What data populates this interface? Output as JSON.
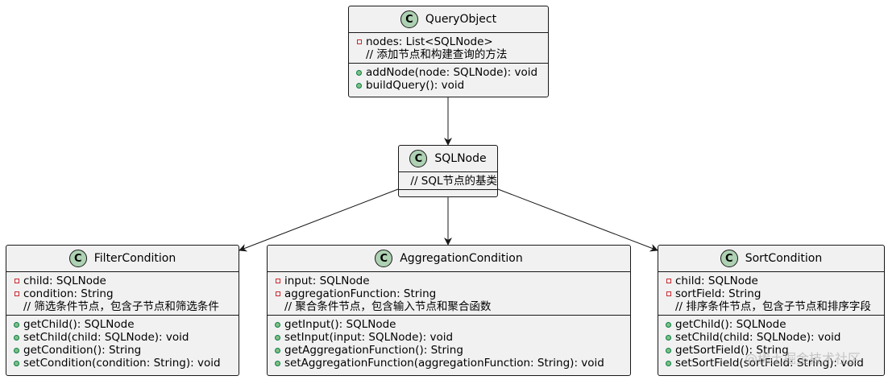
{
  "diagram": {
    "classes": [
      {
        "id": "query-object",
        "badge": "C",
        "name": "QueryObject",
        "fields": [
          {
            "vis": "private",
            "text": "nodes: List<SQLNode>"
          },
          {
            "vis": "none",
            "text": "// 添加节点和构建查询的方法"
          }
        ],
        "methods": [
          {
            "vis": "public",
            "text": "addNode(node: SQLNode): void"
          },
          {
            "vis": "public",
            "text": "buildQuery(): void"
          }
        ]
      },
      {
        "id": "sql-node",
        "badge": "C",
        "name": "SQLNode",
        "fields": [
          {
            "vis": "none",
            "text": "// SQL节点的基类"
          }
        ],
        "methods": []
      },
      {
        "id": "filter-condition",
        "badge": "C",
        "name": "FilterCondition",
        "fields": [
          {
            "vis": "private",
            "text": "child: SQLNode"
          },
          {
            "vis": "private",
            "text": "condition: String"
          },
          {
            "vis": "none",
            "text": "// 筛选条件节点，包含子节点和筛选条件"
          }
        ],
        "methods": [
          {
            "vis": "public",
            "text": "getChild(): SQLNode"
          },
          {
            "vis": "public",
            "text": "setChild(child: SQLNode): void"
          },
          {
            "vis": "public",
            "text": "getCondition(): String"
          },
          {
            "vis": "public",
            "text": "setCondition(condition: String): void"
          }
        ]
      },
      {
        "id": "aggregation-condition",
        "badge": "C",
        "name": "AggregationCondition",
        "fields": [
          {
            "vis": "private",
            "text": "input: SQLNode"
          },
          {
            "vis": "private",
            "text": "aggregationFunction: String"
          },
          {
            "vis": "none",
            "text": "// 聚合条件节点，包含输入节点和聚合函数"
          }
        ],
        "methods": [
          {
            "vis": "public",
            "text": "getInput(): SQLNode"
          },
          {
            "vis": "public",
            "text": "setInput(input: SQLNode): void"
          },
          {
            "vis": "public",
            "text": "getAggregationFunction(): String"
          },
          {
            "vis": "public",
            "text": "setAggregationFunction(aggregationFunction: String): void"
          }
        ]
      },
      {
        "id": "sort-condition",
        "badge": "C",
        "name": "SortCondition",
        "fields": [
          {
            "vis": "private",
            "text": "child: SQLNode"
          },
          {
            "vis": "private",
            "text": "sortField: String"
          },
          {
            "vis": "none",
            "text": "// 排序条件节点，包含子节点和排序字段"
          }
        ],
        "methods": [
          {
            "vis": "public",
            "text": "getChild(): SQLNode"
          },
          {
            "vis": "public",
            "text": "setChild(child: SQLNode): void"
          },
          {
            "vis": "public",
            "text": "getSortField(): String"
          },
          {
            "vis": "public",
            "text": "setSortField(sortField: String): void"
          }
        ]
      }
    ],
    "edges": [
      {
        "from": "query-object",
        "to": "sql-node"
      },
      {
        "from": "sql-node",
        "to": "filter-condition"
      },
      {
        "from": "sql-node",
        "to": "aggregation-condition"
      },
      {
        "from": "sql-node",
        "to": "sort-condition"
      }
    ]
  },
  "watermark": "@稀土掘金技术社区",
  "colors": {
    "class_fill": "#f1f1f1",
    "badge_fill": "#add1b2",
    "line": "#181818",
    "private_marker": "#c82930",
    "public_marker": "#84be84"
  }
}
